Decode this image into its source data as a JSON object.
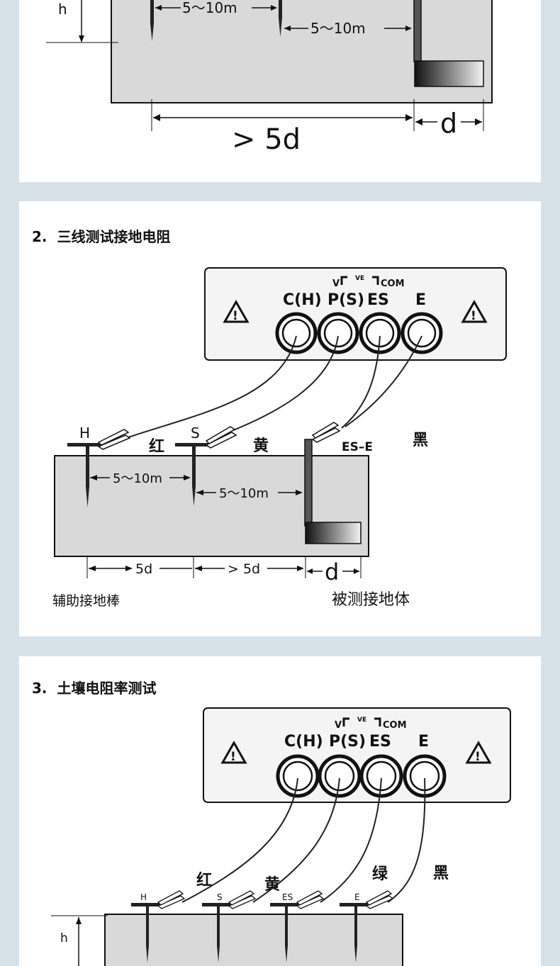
{
  "section1": {
    "h": "h",
    "dist1": "5～10m",
    "dist2": "5～10m",
    "gt5d": "> 5d",
    "d": "d"
  },
  "section2": {
    "number": "2.",
    "title": "三线测试接地电阻",
    "panel": {
      "ve_left": "V",
      "ve_mid": "VE",
      "ve_right": "COM",
      "terminals": [
        "C(H)",
        "P(S)",
        "ES",
        "E"
      ]
    },
    "probe_h": "H",
    "probe_s": "S",
    "wire_red": "红",
    "wire_yellow": "黄",
    "es_e": "ES–E",
    "wire_black": "黑",
    "dist1": "5～10m",
    "dist2": "5～10m",
    "dim1": "5d",
    "dim2": "> 5d",
    "d": "d",
    "aux_label": "辅助接地棒",
    "target_label": "被测接地体"
  },
  "section3": {
    "number": "3.",
    "title": "土壤电阻率测试",
    "panel": {
      "ve_left": "V",
      "ve_mid": "VE",
      "ve_right": "COM",
      "terminals": [
        "C(H)",
        "P(S)",
        "ES",
        "E"
      ]
    },
    "wire_red": "红",
    "wire_yellow": "黄",
    "wire_green": "绿",
    "wire_black": "黑",
    "probes": [
      "H",
      "S",
      "ES",
      "E"
    ],
    "h": "h"
  }
}
